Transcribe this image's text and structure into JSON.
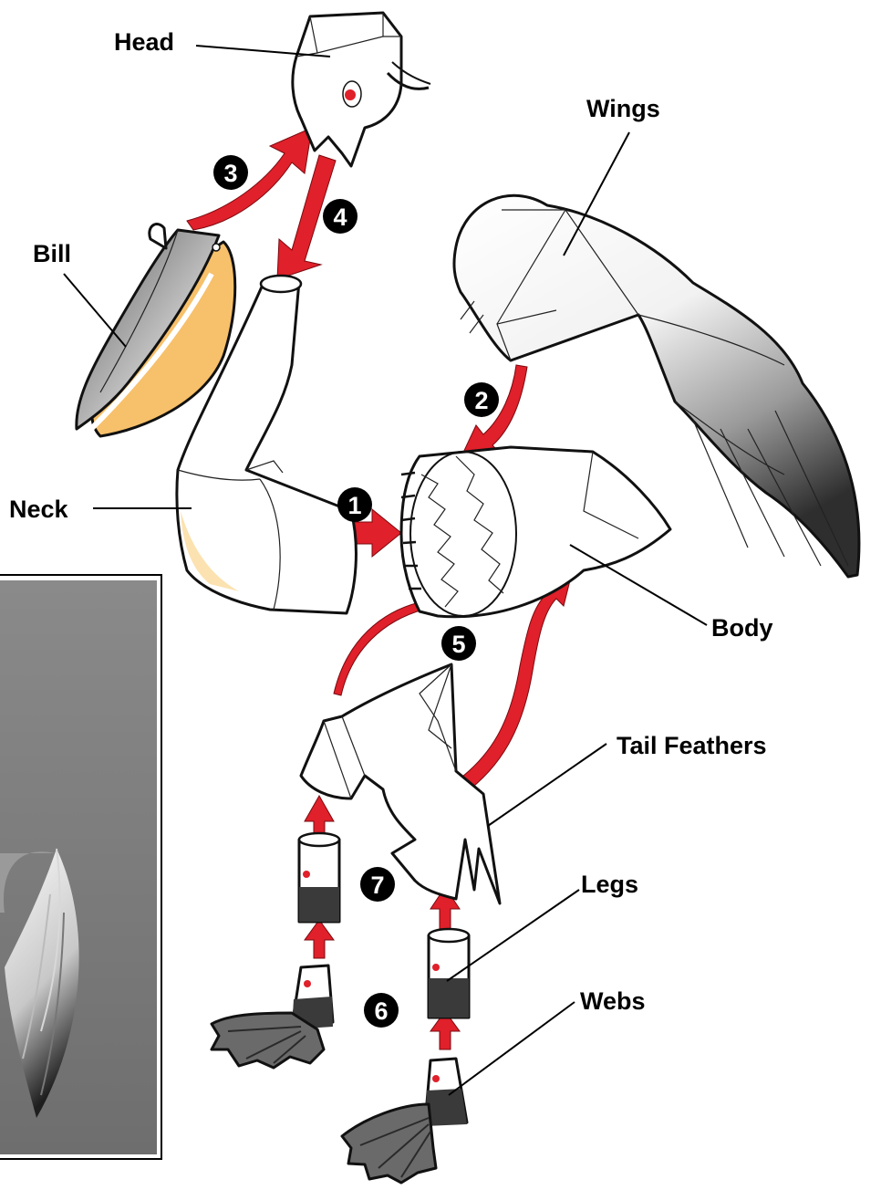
{
  "diagram": {
    "labels": {
      "head": "Head",
      "wings": "Wings",
      "bill": "Bill",
      "neck": "Neck",
      "body": "Body",
      "tail_feathers": "Tail Feathers",
      "legs": "Legs",
      "webs": "Webs"
    },
    "steps": [
      "1",
      "2",
      "3",
      "4",
      "5",
      "6",
      "7"
    ],
    "colors": {
      "arrow": "#e0202a",
      "bill": "#f7c06a",
      "leg_band": "#3a3a3a",
      "eye": "#e0202a",
      "photo_bg": "#808080"
    }
  }
}
